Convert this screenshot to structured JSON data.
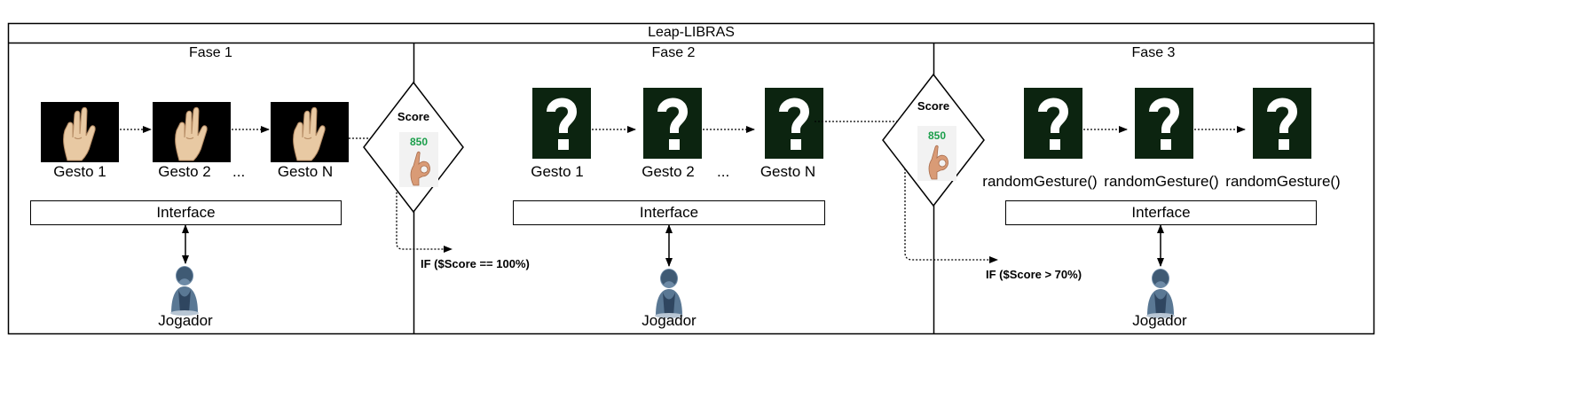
{
  "diagram": {
    "title": "Leap-LIBRAS",
    "phases": [
      {
        "label": "Fase 1",
        "gestures": [
          "Gesto 1",
          "Gesto 2",
          "Gesto N"
        ],
        "ellipsis": "...",
        "interface": "Interface",
        "player": "Jogador"
      },
      {
        "label": "Fase 2",
        "gestures": [
          "Gesto 1",
          "Gesto 2",
          "Gesto N"
        ],
        "ellipsis": "...",
        "interface": "Interface",
        "player": "Jogador"
      },
      {
        "label": "Fase 3",
        "gestures": [
          "randomGesture()",
          "randomGesture()",
          "randomGesture()"
        ],
        "interface": "Interface",
        "player": "Jogador"
      }
    ],
    "gates": [
      {
        "label": "Score",
        "badge": "850",
        "condition": "IF ($Score == 100%)"
      },
      {
        "label": "Score",
        "badge": "850",
        "condition": "IF ($Score > 70%)"
      }
    ]
  },
  "colors": {
    "border": "#000000",
    "question_bg": "#0c2410",
    "hand_bg": "#000000",
    "badge_green": "#1a9e4a",
    "player_fill": "#5a7894"
  }
}
